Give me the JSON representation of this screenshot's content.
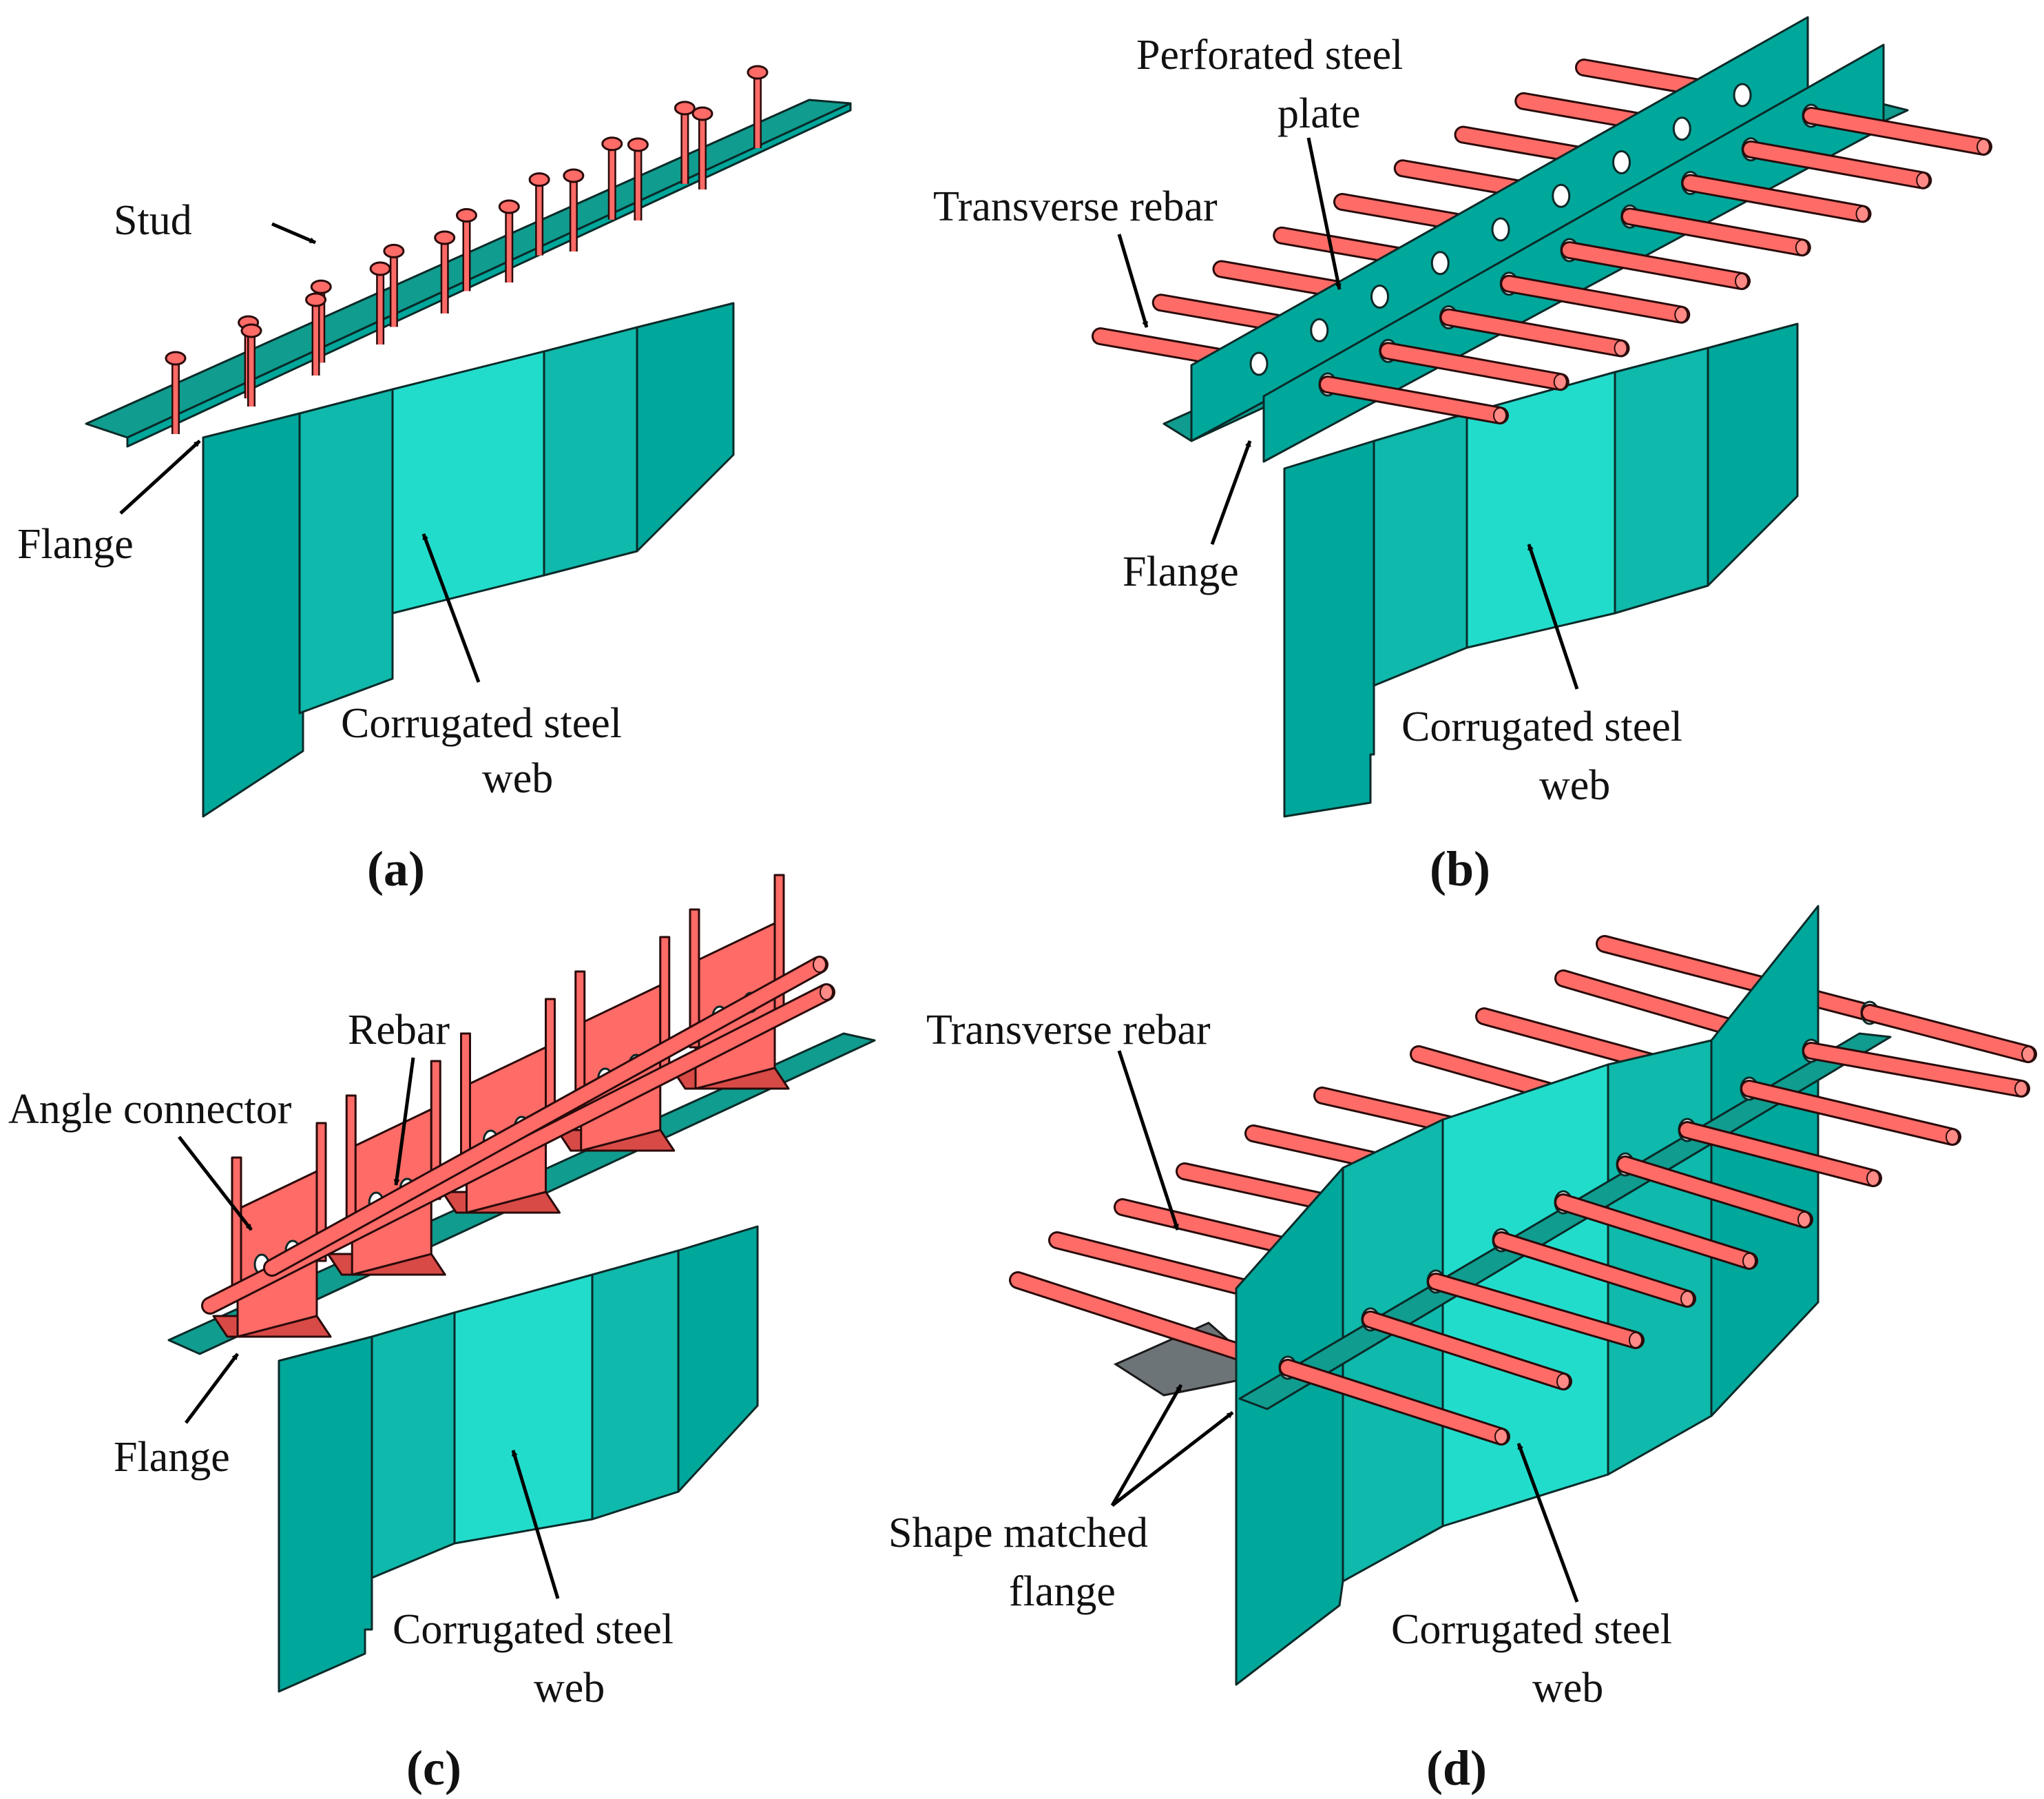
{
  "panels": {
    "a": {
      "caption": "(a)",
      "labels": {
        "stud": "Stud",
        "flange": "Flange",
        "web_line1": "Corrugated steel",
        "web_line2": "web"
      }
    },
    "b": {
      "caption": "(b)",
      "labels": {
        "plate_line1": "Perforated steel",
        "plate_line2": "plate",
        "rebar": "Transverse rebar",
        "flange": "Flange",
        "web_line1": "Corrugated steel",
        "web_line2": "web"
      }
    },
    "c": {
      "caption": "(c)",
      "labels": {
        "rebar": "Rebar",
        "angle": "Angle connector",
        "flange": "Flange",
        "web_line1": "Corrugated steel",
        "web_line2": "web"
      }
    },
    "d": {
      "caption": "(d)",
      "labels": {
        "rebar": "Transverse rebar",
        "flange_line1": "Shape matched",
        "flange_line2": "flange",
        "web_line1": "Corrugated steel",
        "web_line2": "web"
      }
    }
  },
  "colors": {
    "web_dark": "#00a79b",
    "web_light": "#22dccb",
    "connector_red": "#ff6b67",
    "flange_gray": "#6d7478"
  }
}
